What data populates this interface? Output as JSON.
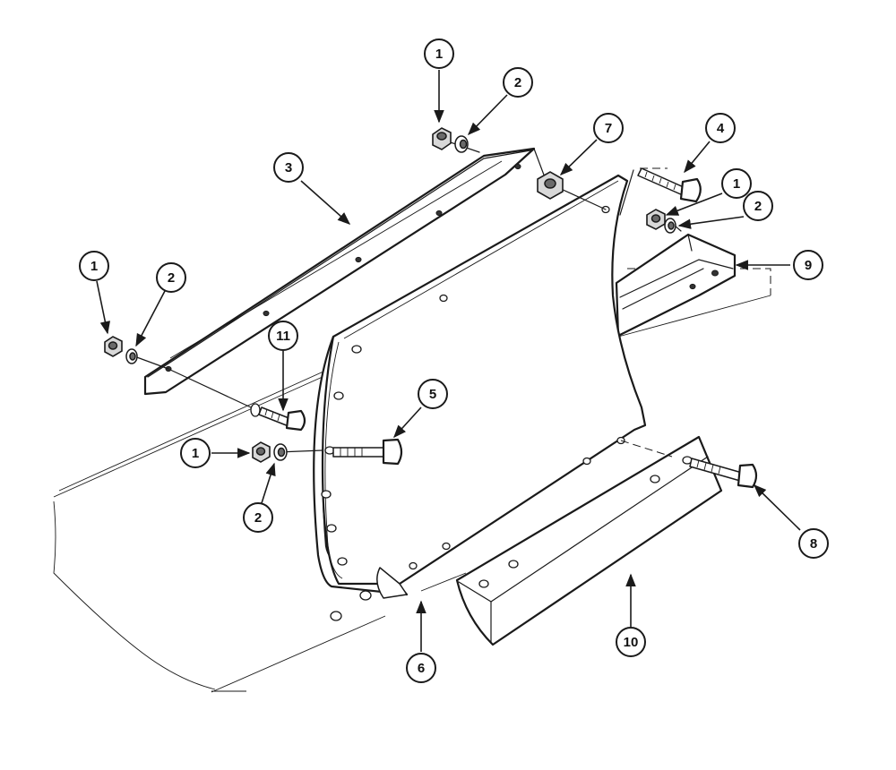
{
  "callouts": [
    {
      "id": "c1a",
      "number": "1"
    },
    {
      "id": "c2a",
      "number": "2"
    },
    {
      "id": "c3",
      "number": "3"
    },
    {
      "id": "c7",
      "number": "7"
    },
    {
      "id": "c4",
      "number": "4"
    },
    {
      "id": "c1b",
      "number": "1"
    },
    {
      "id": "c2b",
      "number": "2"
    },
    {
      "id": "c9",
      "number": "9"
    },
    {
      "id": "c1c",
      "number": "1"
    },
    {
      "id": "c2c",
      "number": "2"
    },
    {
      "id": "c11",
      "number": "11"
    },
    {
      "id": "c5",
      "number": "5"
    },
    {
      "id": "c1d",
      "number": "1"
    },
    {
      "id": "c2d",
      "number": "2"
    },
    {
      "id": "c8",
      "number": "8"
    },
    {
      "id": "c6",
      "number": "6"
    },
    {
      "id": "c10",
      "number": "10"
    }
  ],
  "colors": {
    "ink": "#1a1a1a",
    "background": "#ffffff"
  }
}
